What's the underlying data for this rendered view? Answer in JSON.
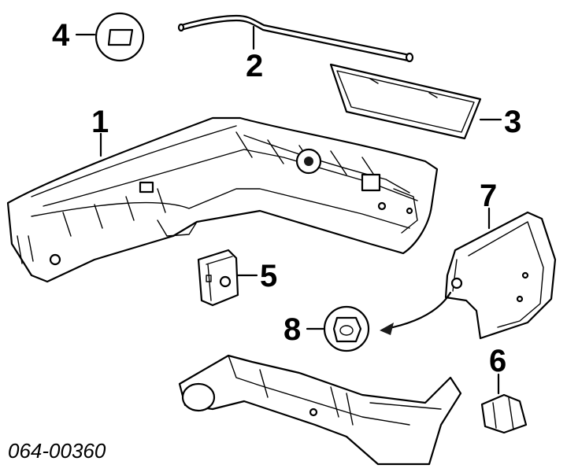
{
  "diagram": {
    "part_code": "064-00360",
    "callouts": [
      {
        "id": "1",
        "label": "1"
      },
      {
        "id": "2",
        "label": "2"
      },
      {
        "id": "3",
        "label": "3"
      },
      {
        "id": "4",
        "label": "4"
      },
      {
        "id": "5",
        "label": "5"
      },
      {
        "id": "6",
        "label": "6"
      },
      {
        "id": "7",
        "label": "7"
      },
      {
        "id": "8",
        "label": "8"
      }
    ],
    "colors": {
      "ink": "#000000",
      "paper": "#ffffff"
    }
  }
}
